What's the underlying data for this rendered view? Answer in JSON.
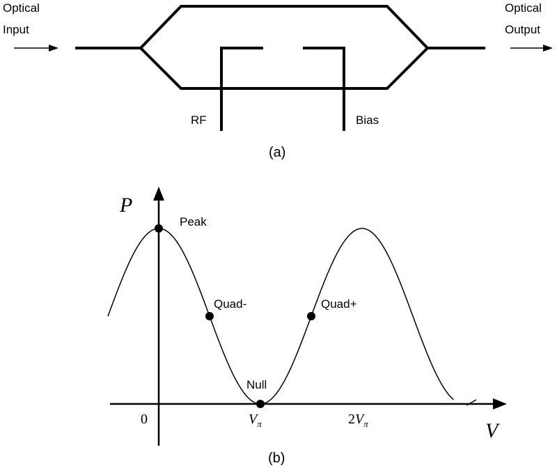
{
  "modulator": {
    "input_label_line1": "Optical",
    "input_label_line2": "Input",
    "output_label_line1": "Optical",
    "output_label_line2": "Output",
    "rf_label": "RF",
    "bias_label": "Bias",
    "caption": "(a)"
  },
  "transfer_curve": {
    "y_axis_label": "P",
    "x_axis_label": "V",
    "tick_zero": "0",
    "tick_vpi_base": "V",
    "tick_vpi_sub": "π",
    "tick_2vpi_prefix": "2",
    "tick_2vpi_base": "V",
    "tick_2vpi_sub": "π",
    "caption": "(b)",
    "points": [
      {
        "name": "Peak",
        "x_vpi": 0
      },
      {
        "name": "Quad-",
        "x_vpi": 0.5
      },
      {
        "name": "Null",
        "x_vpi": 1
      },
      {
        "name": "Quad+",
        "x_vpi": 1.5
      }
    ]
  }
}
